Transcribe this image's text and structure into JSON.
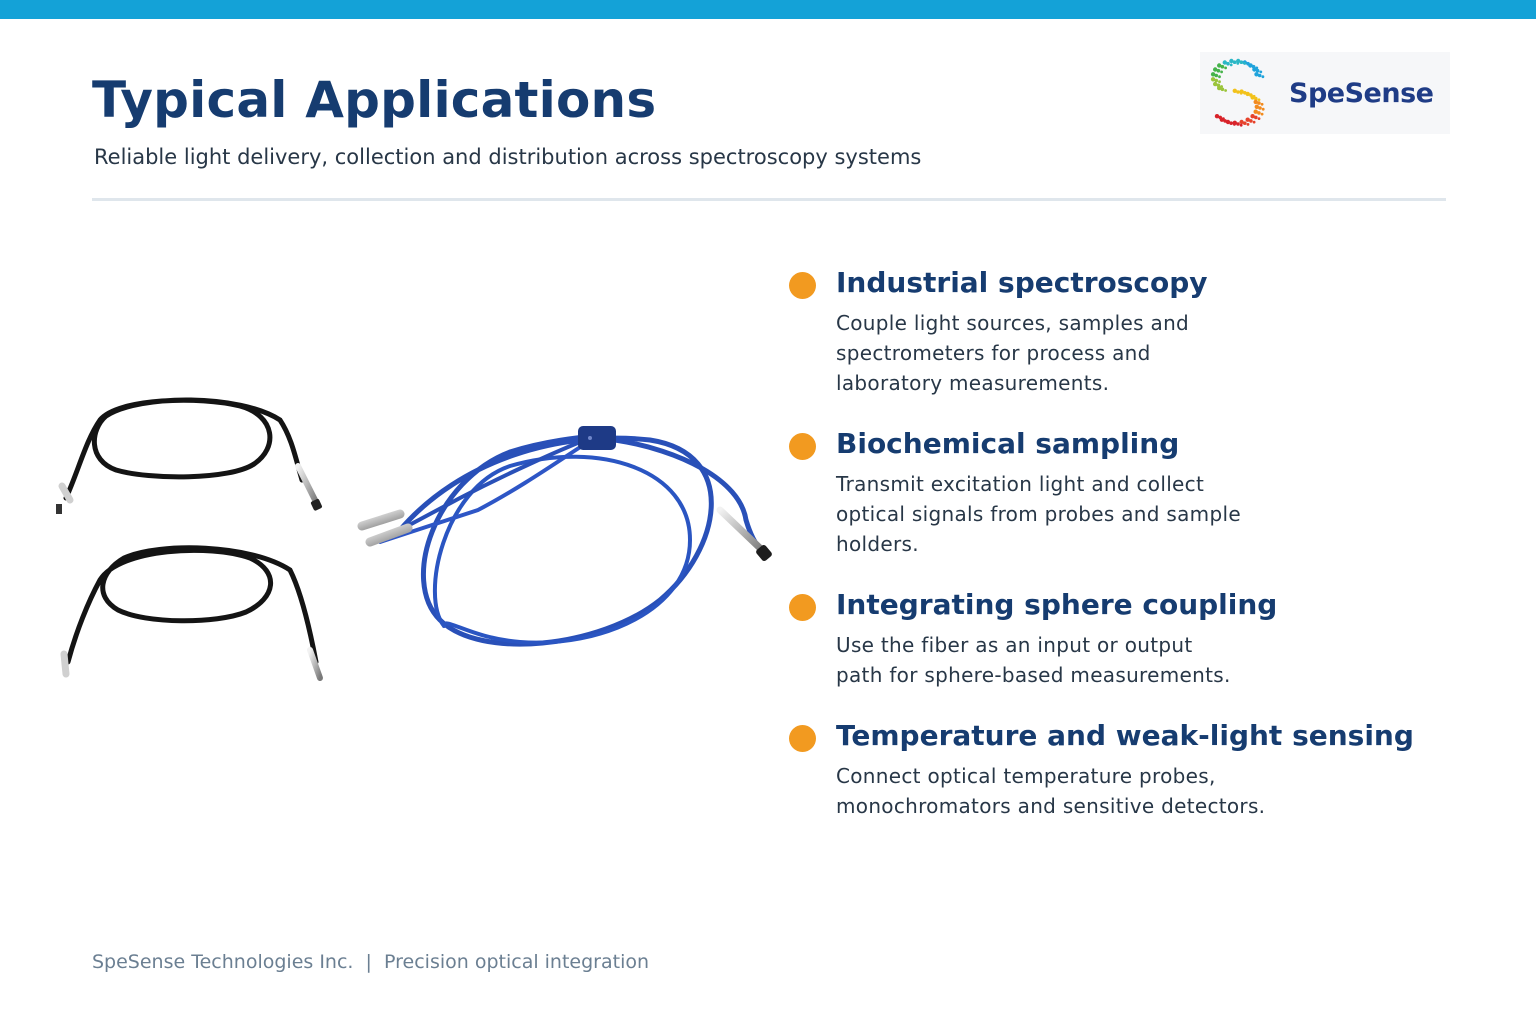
{
  "header": {
    "title": "Typical Applications",
    "subtitle": "Reliable light delivery, collection and distribution across spectroscopy systems"
  },
  "logo": {
    "name": "SpeSense",
    "icon": "rainbow-dot-s-logo-icon"
  },
  "illustration": {
    "items": [
      "black-fiber-patch-cable",
      "black-fiber-patch-cable",
      "blue-bifurcated-fiber-cable"
    ]
  },
  "applications": [
    {
      "title": "Industrial spectroscopy",
      "description": "Couple light sources, samples and\nspectrometers for process and\nlaboratory measurements."
    },
    {
      "title": "Biochemical sampling",
      "description": "Transmit excitation light and collect\noptical signals from probes and sample\nholders."
    },
    {
      "title": "Integrating sphere coupling",
      "description": "Use the fiber as an input or output\npath for sphere-based measurements."
    },
    {
      "title": "Temperature and weak-light sensing",
      "description": "Connect optical temperature probes,\nmonochromators and sensitive detectors."
    }
  ],
  "footer": {
    "text": "SpeSense Technologies Inc.  |  Precision optical integration"
  },
  "colors": {
    "accent_bar": "#14a2d7",
    "title": "#163c70",
    "bullet": "#f29a20",
    "fiber_black": "#141414",
    "fiber_blue": "#2950b8"
  }
}
